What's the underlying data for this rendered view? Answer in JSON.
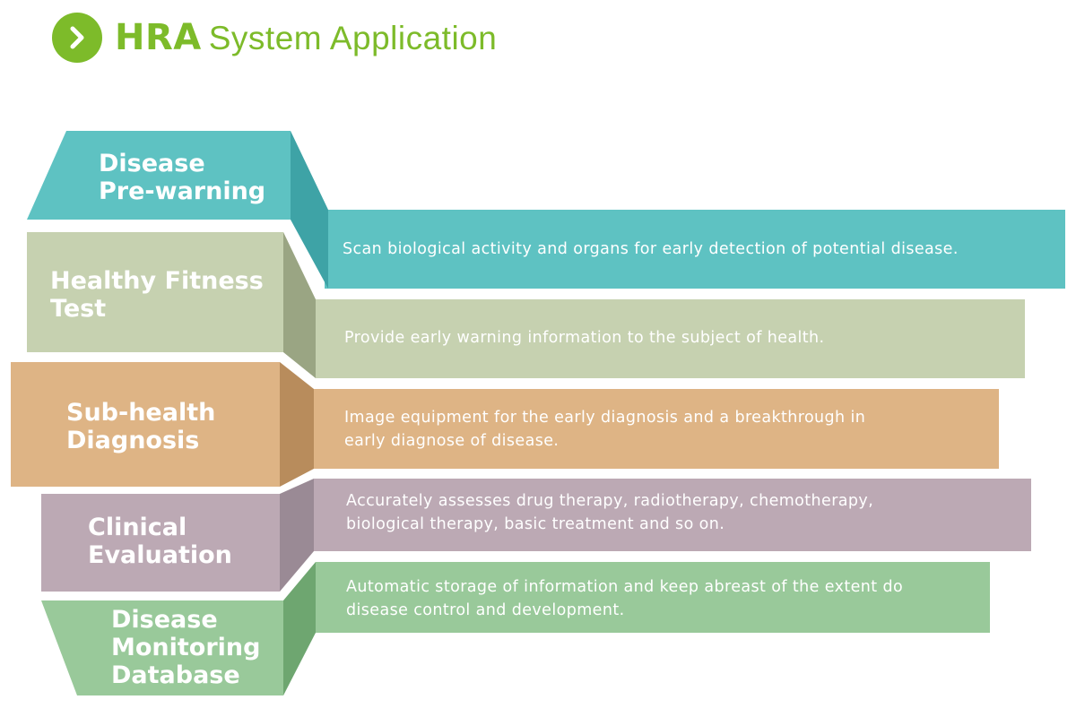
{
  "header": {
    "title_bold": "HRA",
    "title_rest": "System Application",
    "icon": "chevron-right-icon",
    "accent": "#7dbb2a"
  },
  "stages": [
    {
      "label": "Disease Pre-warning",
      "label_lines": [
        "Disease",
        "Pre-warning"
      ],
      "description_lines": [
        "Scan biological activity and organs for early detection of potential disease."
      ],
      "color": "#5ec2c2",
      "shade": "#3ea3a6"
    },
    {
      "label": "Healthy Fitness Test",
      "label_lines": [
        "Healthy Fitness",
        "Test"
      ],
      "description_lines": [
        "Provide early warning information to the subject of health."
      ],
      "color": "#c6d1b0",
      "shade": "#9aa583"
    },
    {
      "label": "Sub-health Diagnosis",
      "label_lines": [
        "Sub-health",
        "Diagnosis"
      ],
      "description_lines": [
        "Image equipment for the early diagnosis and a breakthrough in",
        "early diagnose of disease."
      ],
      "color": "#deb485",
      "shade": "#b88c5c"
    },
    {
      "label": "Clinical Evaluation",
      "label_lines": [
        "Clinical",
        "Evaluation"
      ],
      "description_lines": [
        "Accurately assesses drug therapy, radiotherapy, chemotherapy,",
        "biological therapy, basic treatment and so on."
      ],
      "color": "#bca9b4",
      "shade": "#9a8a95"
    },
    {
      "label": "Disease Monitoring Database",
      "label_lines": [
        "Disease",
        "Monitoring",
        "Database"
      ],
      "description_lines": [
        "Automatic storage of information and keep abreast of the extent do",
        "disease control and development."
      ],
      "color": "#99c99a",
      "shade": "#6ea670"
    }
  ]
}
